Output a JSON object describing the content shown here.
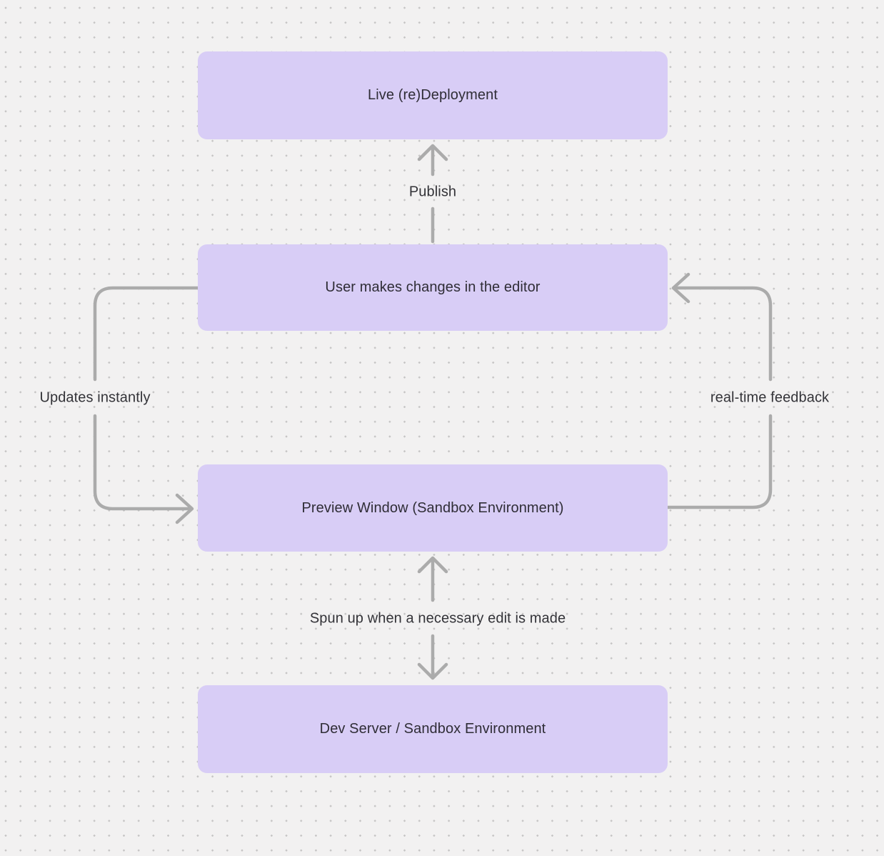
{
  "diagram": {
    "nodes": [
      {
        "id": "live-deployment",
        "label": "Live (re)Deployment"
      },
      {
        "id": "user-changes",
        "label": "User makes changes in the editor"
      },
      {
        "id": "preview-window",
        "label": "Preview Window (Sandbox Environment)"
      },
      {
        "id": "dev-server",
        "label": "Dev Server / Sandbox Environment"
      }
    ],
    "edges": [
      {
        "id": "publish",
        "from": "user-changes",
        "to": "live-deployment",
        "label": "Publish",
        "style": "straight-up"
      },
      {
        "id": "updates-instantly",
        "from": "user-changes",
        "to": "preview-window",
        "label": "Updates instantly",
        "style": "left-loop"
      },
      {
        "id": "realtime-feedback",
        "from": "preview-window",
        "to": "user-changes",
        "label": "real-time feedback",
        "style": "right-loop"
      },
      {
        "id": "spun-up",
        "from": "preview-window",
        "to": "dev-server",
        "label": "Spun up when a necessary edit is made",
        "style": "bidirectional"
      }
    ],
    "colors": {
      "background": "#f2f1f1",
      "dot": "#c5c4c4",
      "node_fill": "#d8cdf6",
      "node_text": "#2f2d36",
      "label_text": "#333338",
      "arrow": "#ababab"
    }
  }
}
